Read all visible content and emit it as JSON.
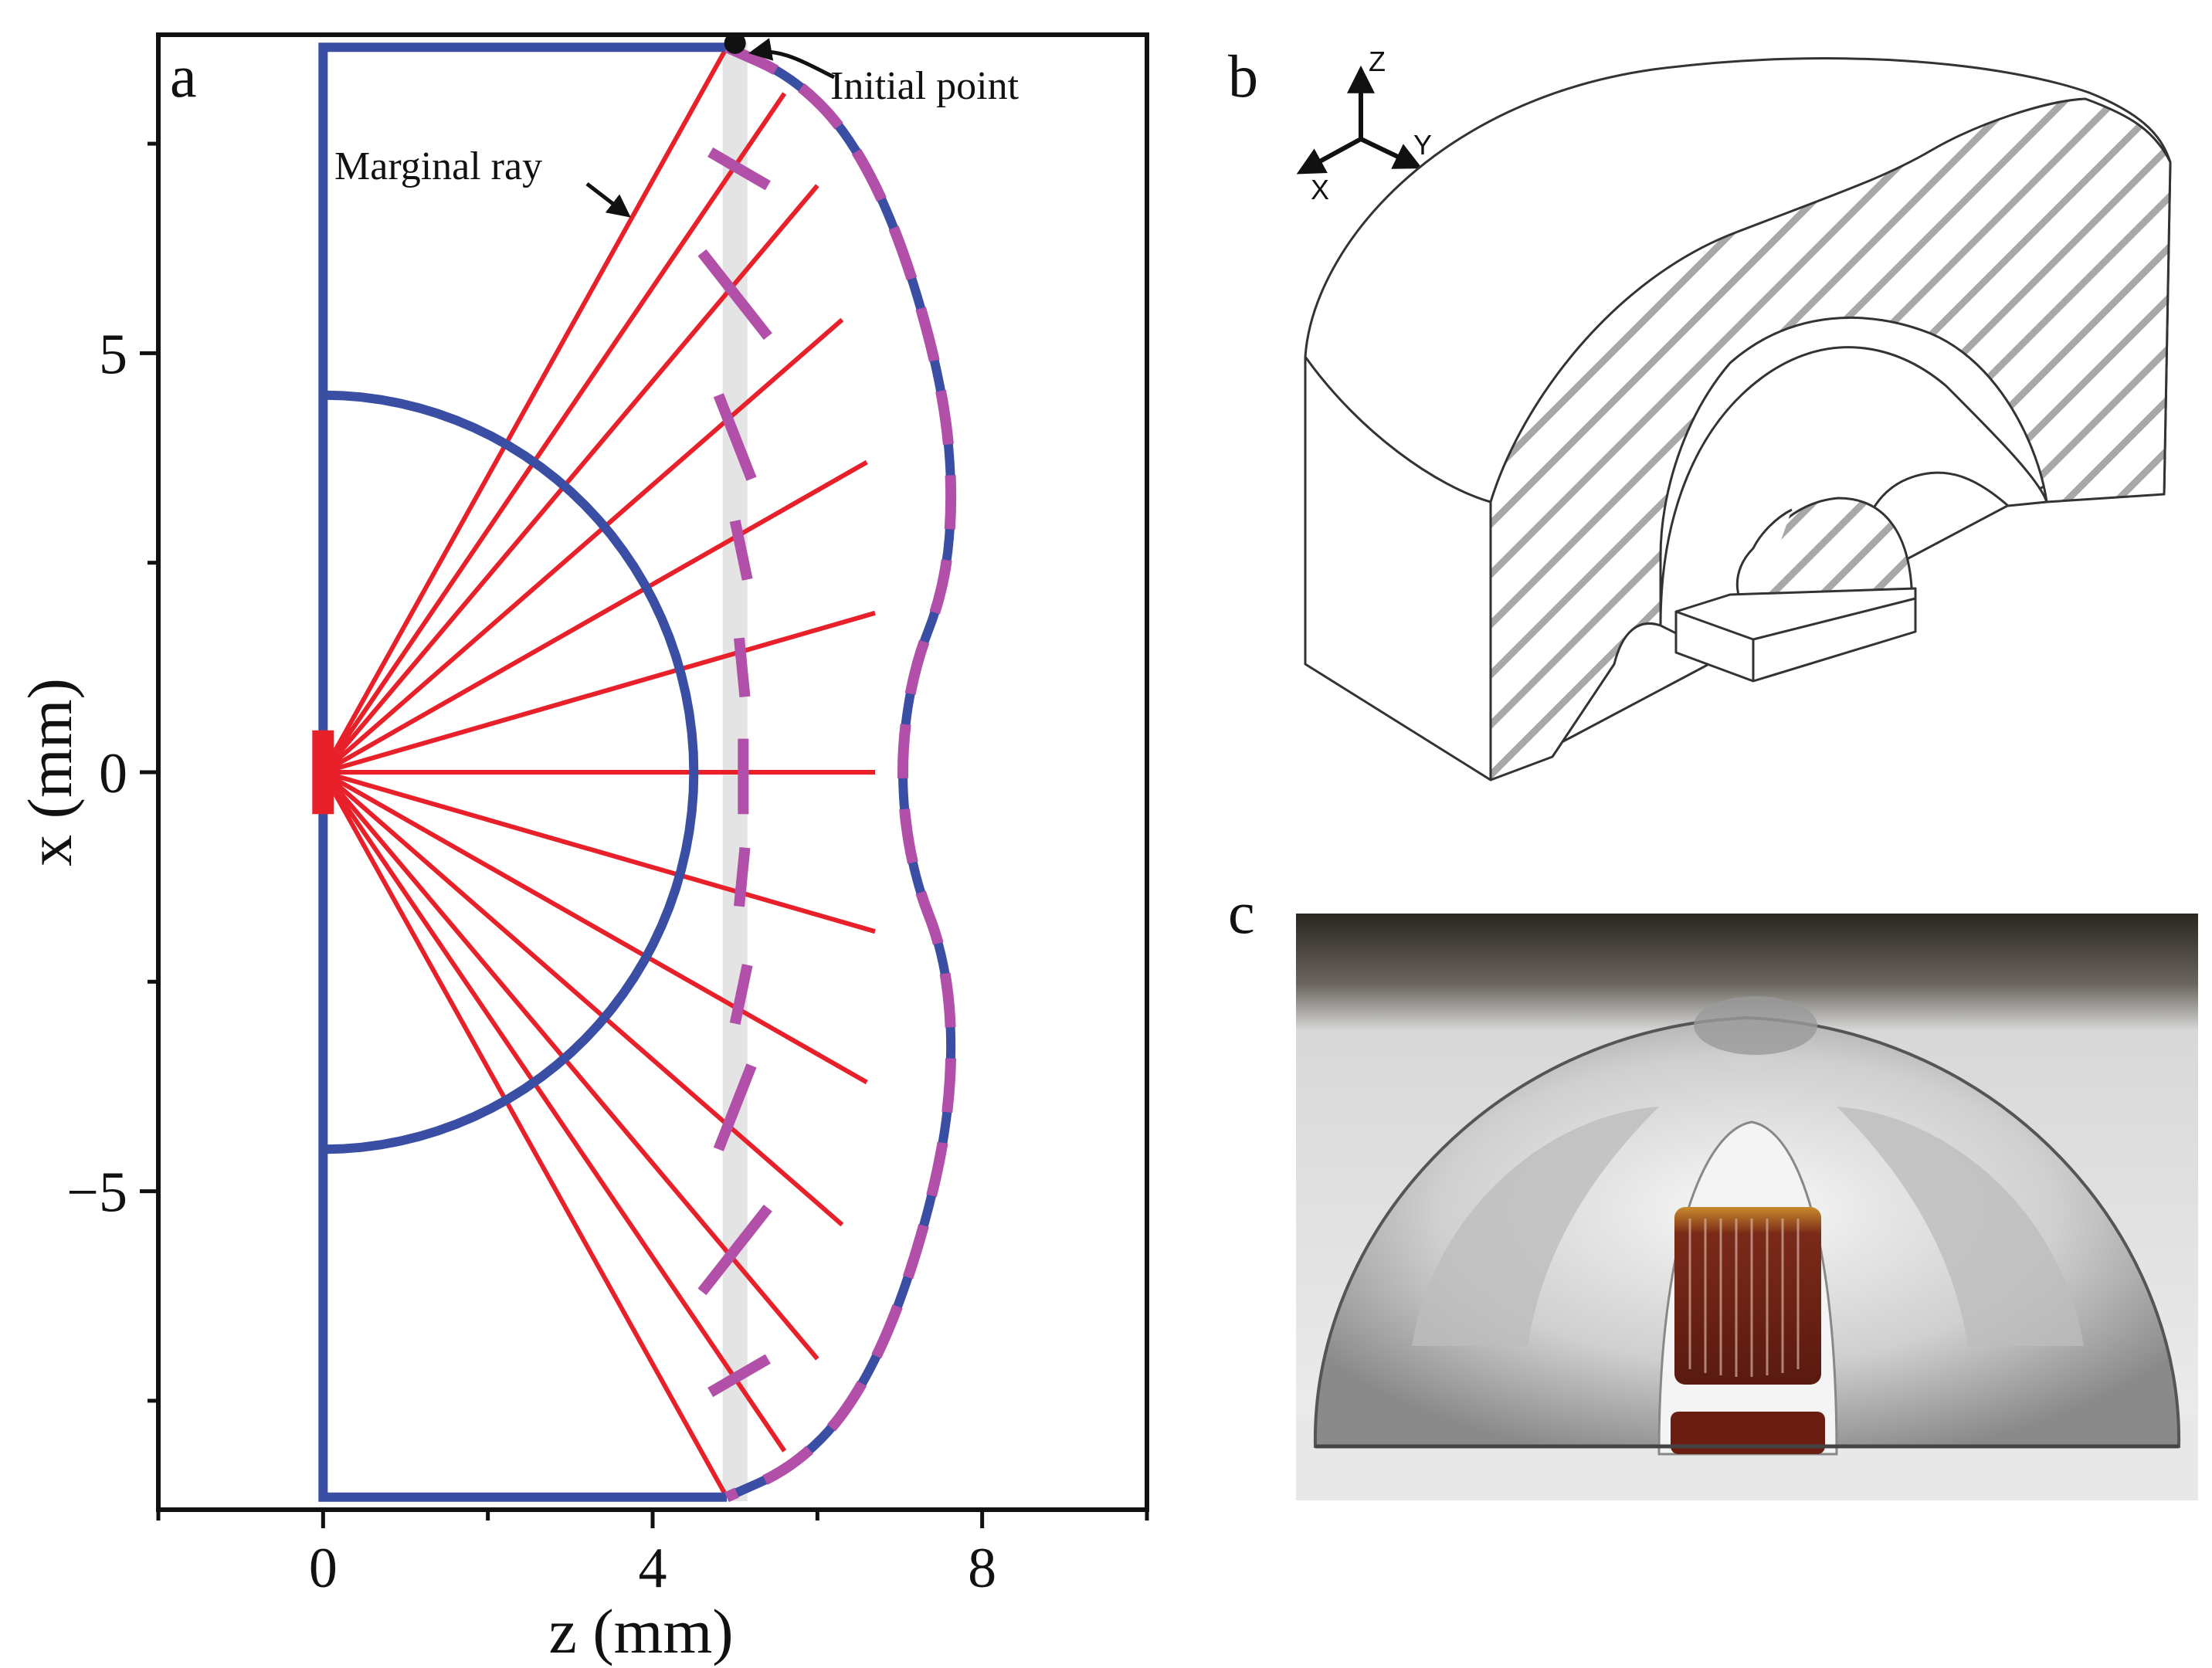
{
  "panels": {
    "a": {
      "label": "a"
    },
    "b": {
      "label": "b"
    },
    "c": {
      "label": "c"
    }
  },
  "annotations": {
    "initial_point": "Initial point",
    "marginal_ray": "Marginal ray"
  },
  "triad": {
    "z": "Z",
    "y": "Y",
    "x": "X"
  },
  "colors": {
    "lens_outline": "#3a4fa3",
    "rays": "#e8202a",
    "freeform_dashed": "#b24fa8",
    "guide_band": "#e4e4e4",
    "frame": "#111111"
  },
  "chart_data": {
    "type": "line",
    "xlabel": "z (mm)",
    "ylabel": "x (mm)",
    "xlim": [
      -2,
      10
    ],
    "ylim": [
      -8.8,
      8.8
    ],
    "xticks": [
      0,
      4,
      8
    ],
    "yticks": [
      5,
      0,
      -5
    ],
    "xtick_labels": [
      "0",
      "4",
      "8"
    ],
    "ytick_labels": [
      "5",
      "0",
      "−5"
    ],
    "grid": false,
    "legend": "none",
    "series": [
      {
        "kind": "lens_outline",
        "points": [
          [
            4.9,
            8.65
          ],
          [
            0,
            8.65
          ],
          [
            0,
            4.5
          ],
          [
            0,
            -4.5
          ],
          [
            0,
            -8.65
          ],
          [
            4.9,
            -8.65
          ]
        ]
      },
      {
        "kind": "inner_arc",
        "center": [
          0,
          0
        ],
        "radius": 4.5
      },
      {
        "kind": "outer_freeform",
        "points": [
          [
            4.9,
            8.65
          ],
          [
            5.7,
            8.3
          ],
          [
            6.4,
            7.6
          ],
          [
            7.0,
            6.4
          ],
          [
            7.5,
            4.7
          ],
          [
            7.65,
            3.4
          ],
          [
            7.55,
            2.2
          ],
          [
            7.15,
            1.2
          ],
          [
            7.0,
            0
          ],
          [
            7.15,
            -1.2
          ],
          [
            7.55,
            -2.2
          ],
          [
            7.65,
            -3.4
          ],
          [
            7.5,
            -4.7
          ],
          [
            7.0,
            -6.4
          ],
          [
            6.4,
            -7.6
          ],
          [
            5.7,
            -8.3
          ],
          [
            4.9,
            -8.65
          ]
        ]
      },
      {
        "kind": "guide_band",
        "z": 5.0,
        "width": 0.3
      },
      {
        "kind": "rays",
        "origin": [
          0,
          0
        ],
        "ends": [
          [
            4.9,
            8.65
          ],
          [
            5.6,
            8.1
          ],
          [
            6.0,
            7.0
          ],
          [
            6.3,
            5.4
          ],
          [
            6.6,
            3.7
          ],
          [
            6.7,
            1.9
          ],
          [
            6.7,
            0
          ],
          [
            6.7,
            -1.9
          ],
          [
            6.6,
            -3.7
          ],
          [
            6.3,
            -5.4
          ],
          [
            6.0,
            -7.0
          ],
          [
            5.6,
            -8.1
          ],
          [
            4.9,
            -8.65
          ]
        ]
      },
      {
        "kind": "inner_dashes",
        "segments": [
          [
            [
              4.7,
              7.4
            ],
            [
              5.4,
              7.0
            ]
          ],
          [
            [
              4.6,
              6.2
            ],
            [
              5.4,
              5.2
            ]
          ],
          [
            [
              4.8,
              4.5
            ],
            [
              5.2,
              3.5
            ]
          ],
          [
            [
              5.0,
              3.0
            ],
            [
              5.15,
              2.3
            ]
          ],
          [
            [
              5.05,
              1.6
            ],
            [
              5.12,
              0.9
            ]
          ],
          [
            [
              5.1,
              0.4
            ],
            [
              5.1,
              -0.5
            ]
          ],
          [
            [
              5.12,
              -0.9
            ],
            [
              5.05,
              -1.6
            ]
          ],
          [
            [
              5.15,
              -2.3
            ],
            [
              5.0,
              -3.0
            ]
          ],
          [
            [
              5.2,
              -3.5
            ],
            [
              4.8,
              -4.5
            ]
          ],
          [
            [
              5.4,
              -5.2
            ],
            [
              4.6,
              -6.2
            ]
          ],
          [
            [
              5.4,
              -7.0
            ],
            [
              4.7,
              -7.4
            ]
          ]
        ]
      },
      {
        "kind": "initial_point",
        "point": [
          5.0,
          8.7
        ]
      },
      {
        "kind": "source",
        "z": 0,
        "x_range": [
          -0.5,
          0.5
        ]
      }
    ]
  }
}
